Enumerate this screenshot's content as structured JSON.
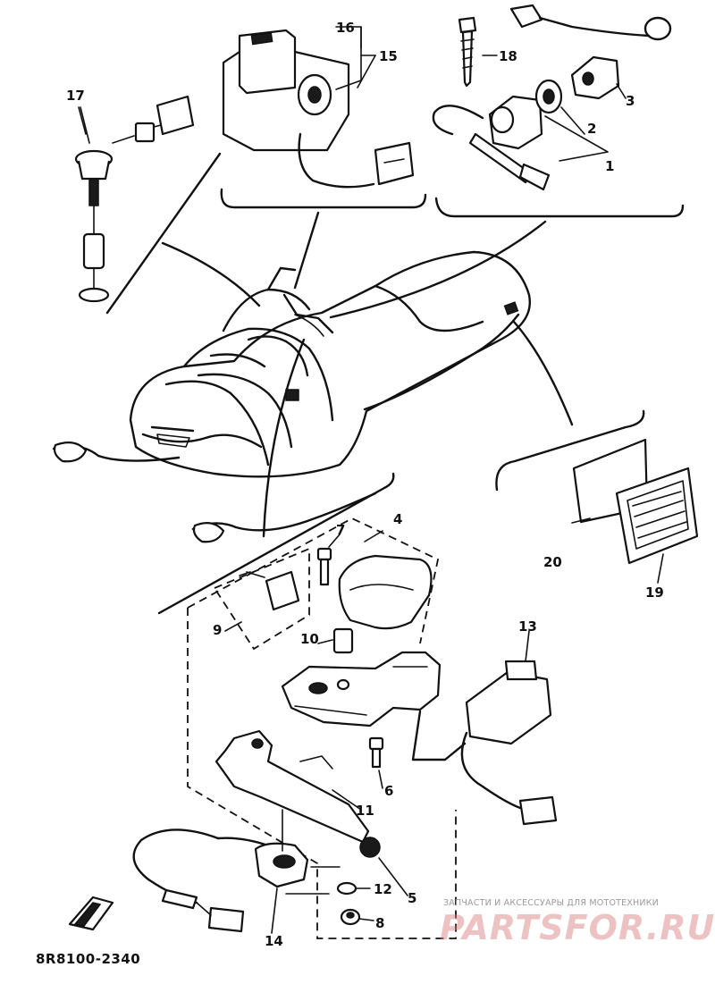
{
  "diagram": {
    "code": "8R8100-2340",
    "callouts": [
      {
        "id": "c1",
        "label": "1"
      },
      {
        "id": "c2",
        "label": "2"
      },
      {
        "id": "c3",
        "label": "3"
      },
      {
        "id": "c4",
        "label": "4"
      },
      {
        "id": "c5",
        "label": "5"
      },
      {
        "id": "c6",
        "label": "6"
      },
      {
        "id": "c7",
        "label": "7"
      },
      {
        "id": "c8",
        "label": "8"
      },
      {
        "id": "c9",
        "label": "9"
      },
      {
        "id": "c10",
        "label": "10"
      },
      {
        "id": "c11",
        "label": "11"
      },
      {
        "id": "c12",
        "label": "12"
      },
      {
        "id": "c13",
        "label": "13"
      },
      {
        "id": "c14",
        "label": "14"
      },
      {
        "id": "c15",
        "label": "15"
      },
      {
        "id": "c16",
        "label": "16"
      },
      {
        "id": "c17",
        "label": "17"
      },
      {
        "id": "c18",
        "label": "18"
      },
      {
        "id": "c19",
        "label": "19"
      },
      {
        "id": "c20",
        "label": "20"
      }
    ]
  },
  "watermark": {
    "tagline": "ЗАПЧАСТИ И АКСЕССУАРЫ ДЛЯ МОТОТЕХНИКИ",
    "logo": "PARTSFOR.RU"
  }
}
